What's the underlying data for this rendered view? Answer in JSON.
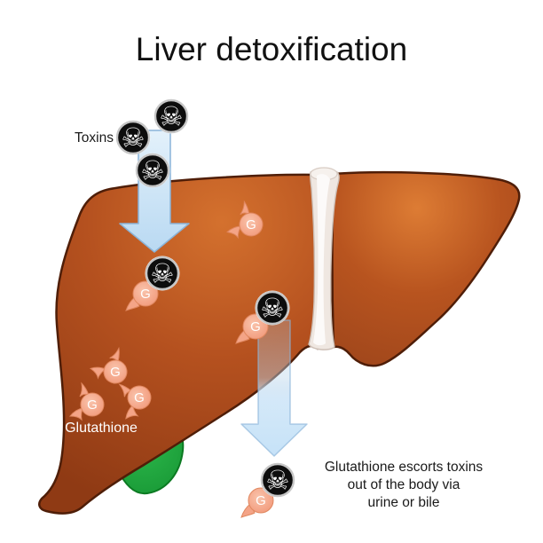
{
  "title": "Liver detoxification",
  "labels": {
    "toxins": "Toxins",
    "glutathione": "Glutathione",
    "caption": [
      "Glutathione escorts toxins",
      "out of the body via",
      "urine or bile"
    ]
  },
  "icons": {
    "toxin_skull": "☠",
    "glutathione_symbol": "G"
  },
  "elements": {
    "toxins_entering_count": 3,
    "free_glutathione_count": 4,
    "toxin_glutathione_bound_count": 3,
    "arrows": [
      "toxins into liver",
      "toxins out of liver"
    ]
  },
  "colors": {
    "background": "#ffffff",
    "title_text": "#111111",
    "body_text": "#1a1a1a",
    "glutathione_label_text": "#ffffff",
    "liver_main": "#b5511f",
    "liver_highlight": "#d9772f",
    "liver_shadow": "#8f3a14",
    "liver_outline": "#4f1e08",
    "ligament_fill": "#efe7e1",
    "ligament_core": "#fcfaf9",
    "gallbladder_fill": "#1ca23a",
    "gallbladder_outline": "#0c7a22",
    "arrow_fill_light": "#e3f1fb",
    "arrow_fill_deep": "#b9d9f2",
    "arrow_outline": "#8ab4d9",
    "glutathione_fill": "#f4a487",
    "glutathione_fill_light": "#f9c3ab",
    "glutathione_outline": "#e0875f",
    "skull_bg": "#0d0d0d",
    "skull_ring": "#c6c6c6",
    "skull_glyph": "#ffffff"
  }
}
